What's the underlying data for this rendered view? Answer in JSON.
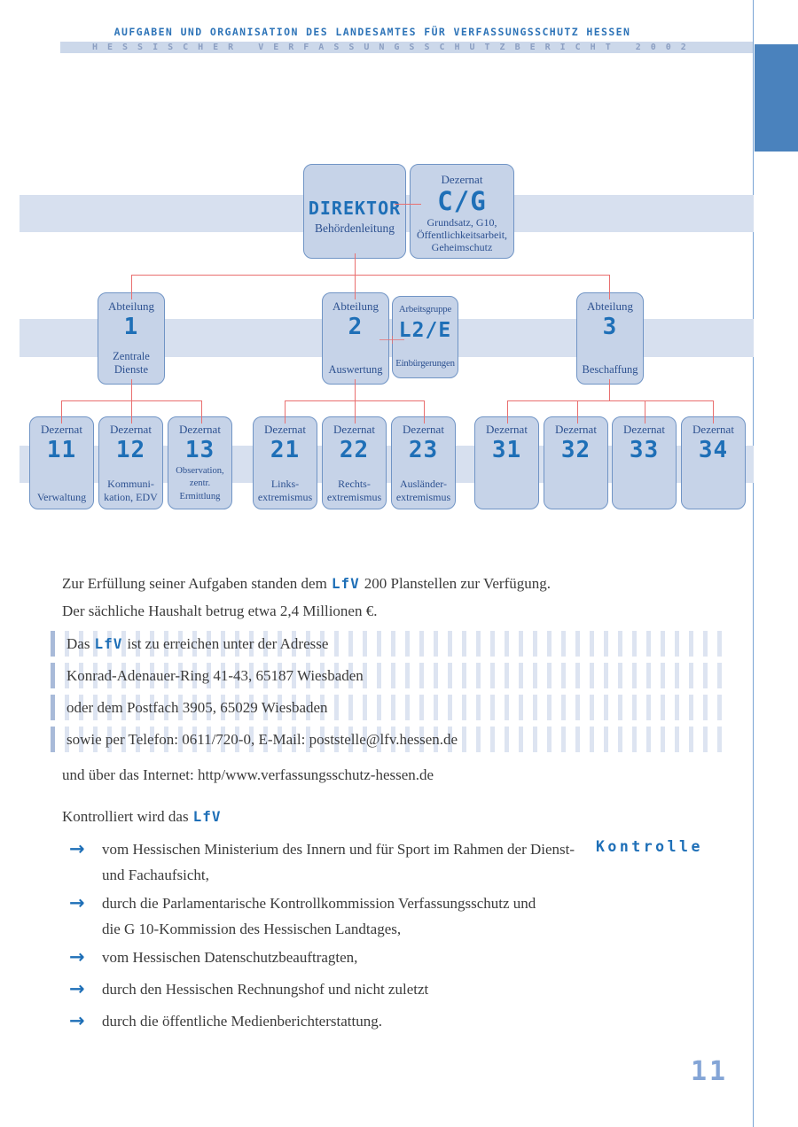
{
  "header": {
    "title": "AUFGABEN UND ORGANISATION DES LANDESAMTES FÜR VERFASSUNGSSCHUTZ HESSEN",
    "banner": "HESSISCHER VERFASSUNGSSCHUTZBERICHT 2002"
  },
  "colors": {
    "accent_blue": "#1e6fb7",
    "box_fill": "#c6d3e8",
    "box_border": "#7094c5",
    "band": "#d7e0ef",
    "connector_red": "#e96f6f",
    "sidebar_blue": "#4a82bd",
    "banner_bg": "#ccd8ea"
  },
  "org_chart": {
    "direktor": {
      "title": "DIREKTOR",
      "subtitle": "Behördenleitung"
    },
    "cg": {
      "label": "Dezernat",
      "code": "C/G",
      "desc": "Grundsatz, G10,\nÖffentlichkeitsarbeit,\nGeheimschutz"
    },
    "level2": [
      {
        "label": "Abteilung",
        "code": "1",
        "desc": "Zentrale\nDienste"
      },
      {
        "label": "Abteilung",
        "code": "2",
        "desc": "Auswertung"
      },
      {
        "label": "Arbeitsgruppe",
        "code": "L2/E",
        "desc": "Einbürgerungen"
      },
      {
        "label": "Abteilung",
        "code": "3",
        "desc": "Beschaffung"
      }
    ],
    "level3": [
      {
        "label": "Dezernat",
        "code": "11",
        "desc": "Verwaltung"
      },
      {
        "label": "Dezernat",
        "code": "12",
        "desc": "Kommuni-\nkation, EDV"
      },
      {
        "label": "Dezernat",
        "code": "13",
        "desc": "Observation,\nzentr. Ermittlung"
      },
      {
        "label": "Dezernat",
        "code": "21",
        "desc": "Links-\nextremismus"
      },
      {
        "label": "Dezernat",
        "code": "22",
        "desc": "Rechts-\nextremismus"
      },
      {
        "label": "Dezernat",
        "code": "23",
        "desc": "Ausländer-\nextremismus"
      },
      {
        "label": "Dezernat",
        "code": "31",
        "desc": ""
      },
      {
        "label": "Dezernat",
        "code": "32",
        "desc": ""
      },
      {
        "label": "Dezernat",
        "code": "33",
        "desc": ""
      },
      {
        "label": "Dezernat",
        "code": "34",
        "desc": ""
      }
    ]
  },
  "intro": {
    "line1_pre": "Zur Erfüllung seiner Aufgaben standen dem",
    "lfv": "LfV",
    "line1_post": "200 Planstellen zur Verfügung.",
    "line2": "Der sächliche Haushalt betrug etwa 2,4 Millionen €."
  },
  "address": {
    "line1_pre": "Das",
    "lfv": "LfV",
    "line1_post": "ist zu erreichen unter der Adresse",
    "line2": "Konrad-Adenauer-Ring 41-43, 65187 Wiesbaden",
    "line3": "oder dem Postfach 3905, 65029 Wiesbaden",
    "line4": "sowie per Telefon: 0611/720-0, E-Mail: poststelle@lfv.hessen.de",
    "line5": "und über das Internet: http/www.verfassungsschutz-hessen.de"
  },
  "kontrolliert": {
    "pre": "Kontrolliert wird das",
    "lfv": "LfV"
  },
  "kontrolle_label": "Kontrolle",
  "arrow_glyph": "→",
  "control_list": [
    "vom Hessischen Ministerium des Innern und für Sport im Rahmen der Dienst-\nund Fachaufsicht,",
    "durch die Parlamentarische Kontrollkommission Verfassungsschutz und\ndie G 10-Kommission des Hessischen Landtages,",
    "vom Hessischen Datenschutzbeauftragten,",
    "durch den Hessischen Rechnungshof und nicht zuletzt",
    "durch die öffentliche Medienberichterstattung."
  ],
  "page_number": "11"
}
